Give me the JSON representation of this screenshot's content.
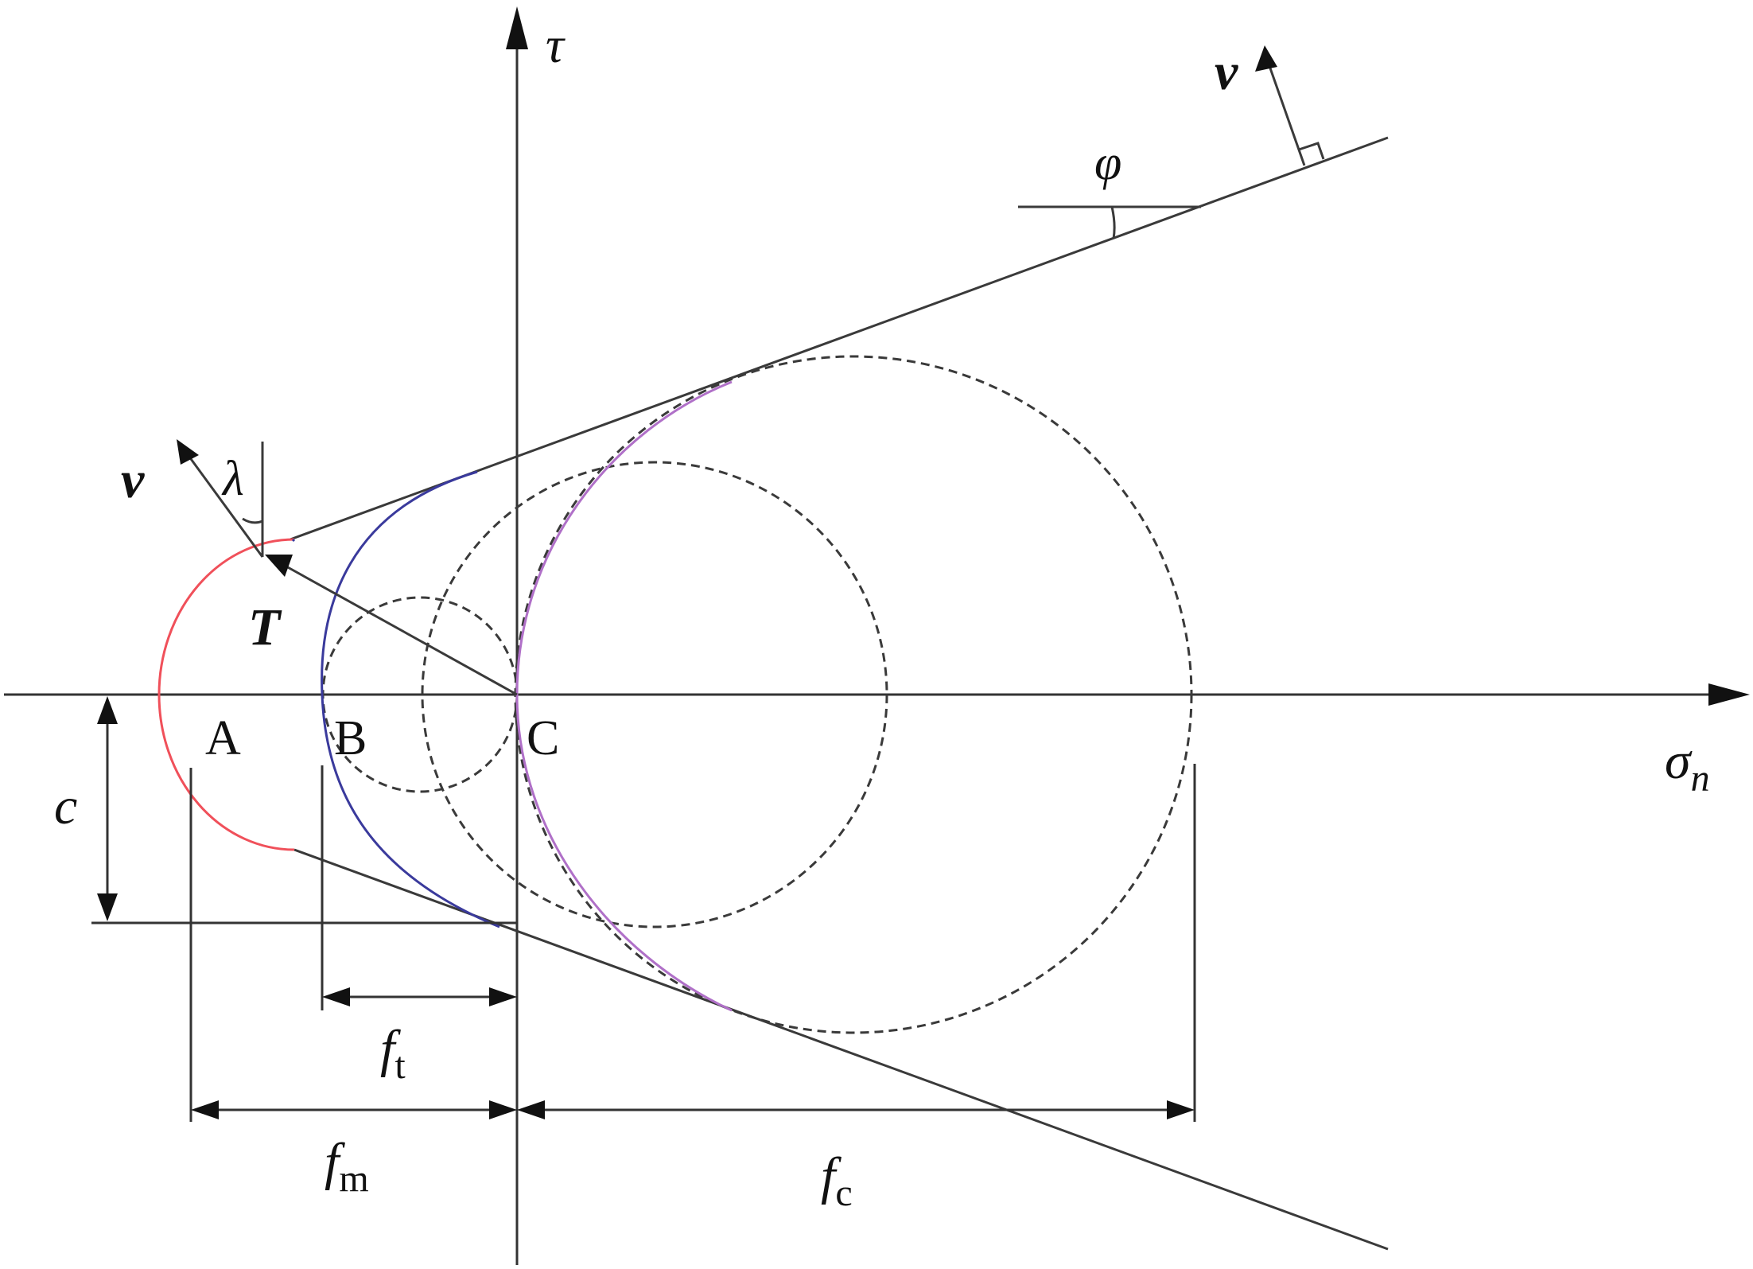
{
  "labels": {
    "tau": "τ",
    "sigma": "σ",
    "sigma_sub": "n",
    "A": "A",
    "B": "B",
    "C": "C",
    "T": "T",
    "v_left": "v",
    "v_right": "v",
    "lambda": "λ",
    "phi": "φ",
    "c": "c",
    "ft": "f",
    "ft_sub": "t",
    "fm": "f",
    "fm_sub": "m",
    "fc": "f",
    "fc_sub": "c"
  },
  "colors": {
    "segment_A": "#f0505a",
    "segment_B": "#3a3a9c",
    "segment_C": "#b070c8",
    "lines": "#333333",
    "text": "#111111"
  }
}
